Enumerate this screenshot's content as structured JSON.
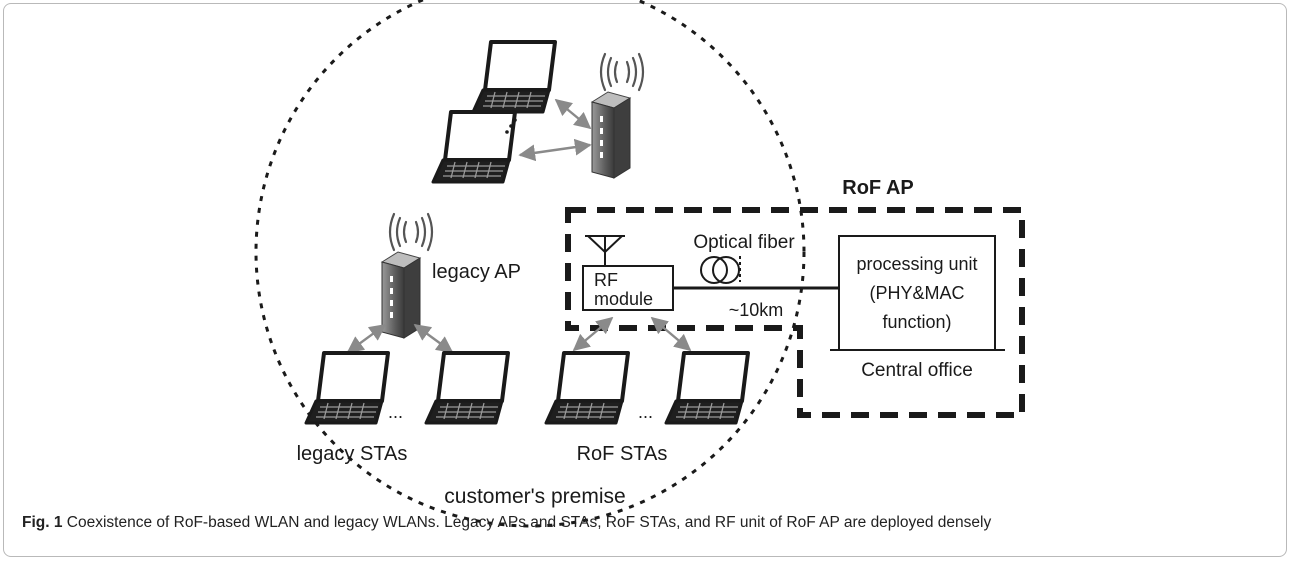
{
  "diagram": {
    "rof_ap_title": "RoF AP",
    "optical_fiber": "Optical fiber",
    "distance": "~10km",
    "rf_module_line1": "RF",
    "rf_module_line2": "module",
    "processing_line1": "processing unit",
    "processing_line2": "(PHY&MAC",
    "processing_line3": "function)",
    "central_office": "Central office",
    "legacy_ap": "legacy AP",
    "legacy_stas": "legacy STAs",
    "rof_stas": "RoF STAs",
    "premise": "customer's premise",
    "ellipsis": "...",
    "colors": {
      "line": "#1a1a1a",
      "arrow": "#8a8a8a",
      "router": "#6e6e6e"
    }
  },
  "caption": {
    "label": "Fig. 1",
    "text": " Coexistence of RoF-based WLAN and legacy WLANs. Legacy APs and STAs, RoF STAs, and RF unit of RoF AP are deployed densely"
  }
}
